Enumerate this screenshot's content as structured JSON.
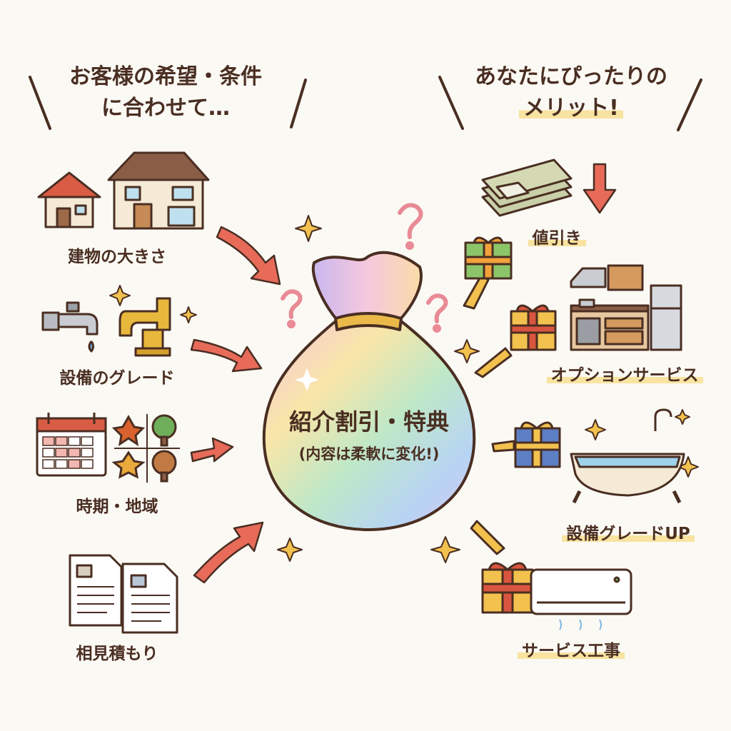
{
  "left": {
    "heading_line1": "お客様の希望・条件",
    "heading_line2": "に合わせて…",
    "items": [
      {
        "label": "建物の大きさ",
        "icon": "house-icon"
      },
      {
        "label": "設備のグレード",
        "icon": "faucet-icon"
      },
      {
        "label": "時期・地域",
        "icon": "calendar-icon"
      },
      {
        "label": "相見積もり",
        "icon": "documents-icon"
      }
    ]
  },
  "center": {
    "title": "紹介割引・特典",
    "subtitle": "(内容は柔軟に変化!)",
    "icon": "money-bag-icon"
  },
  "right": {
    "heading_line1": "あなたにぴったりの",
    "heading_line2": "メリット!",
    "items": [
      {
        "label": "値引き",
        "icon": "cash-stack-icon"
      },
      {
        "label": "オプションサービス",
        "icon": "kitchen-icon"
      },
      {
        "label": "設備グレードUP",
        "icon": "bathtub-icon"
      },
      {
        "label": "サービス工事",
        "icon": "air-conditioner-icon"
      }
    ]
  },
  "colors": {
    "text": "#4a2e22",
    "arrow": "#e86b5a",
    "highlight": "#f8e3a0",
    "sparkle": "#f2c14e",
    "question": "#e98a96"
  }
}
